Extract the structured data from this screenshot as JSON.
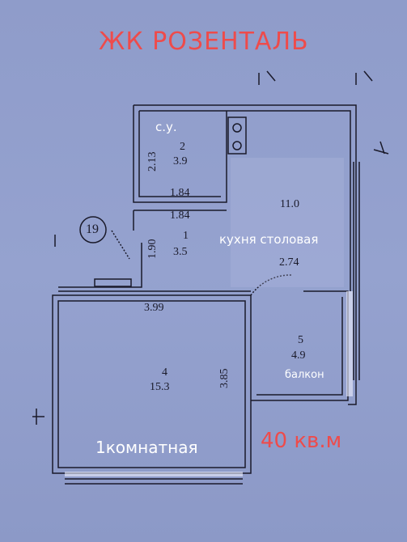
{
  "title": "ЖК РОЗЕНТАЛЬ",
  "area_total": "40 кв.м",
  "apartment_type": "1комнатная",
  "marker": "19",
  "colors": {
    "background": "#8f9cca",
    "accent": "#ee4b4b",
    "wall": "#ffffff",
    "line": "#1a1a2a"
  },
  "rooms": [
    {
      "number": "1",
      "area": "3.5",
      "label": ""
    },
    {
      "number": "2",
      "area": "3.9",
      "label": "с.у."
    },
    {
      "number": "",
      "area": "11.0",
      "label": "кухня столовая"
    },
    {
      "number": "4",
      "area": "15.3",
      "label": ""
    },
    {
      "number": "5",
      "area": "4.9",
      "label": "балкон"
    }
  ],
  "dimensions": {
    "bath_height": "2.13",
    "bath_width": "1.84",
    "hall_width": "1.84",
    "hall_height": "1.90",
    "kitchen_door": "2.74",
    "room_width": "3.99",
    "room_height": "3.85"
  }
}
